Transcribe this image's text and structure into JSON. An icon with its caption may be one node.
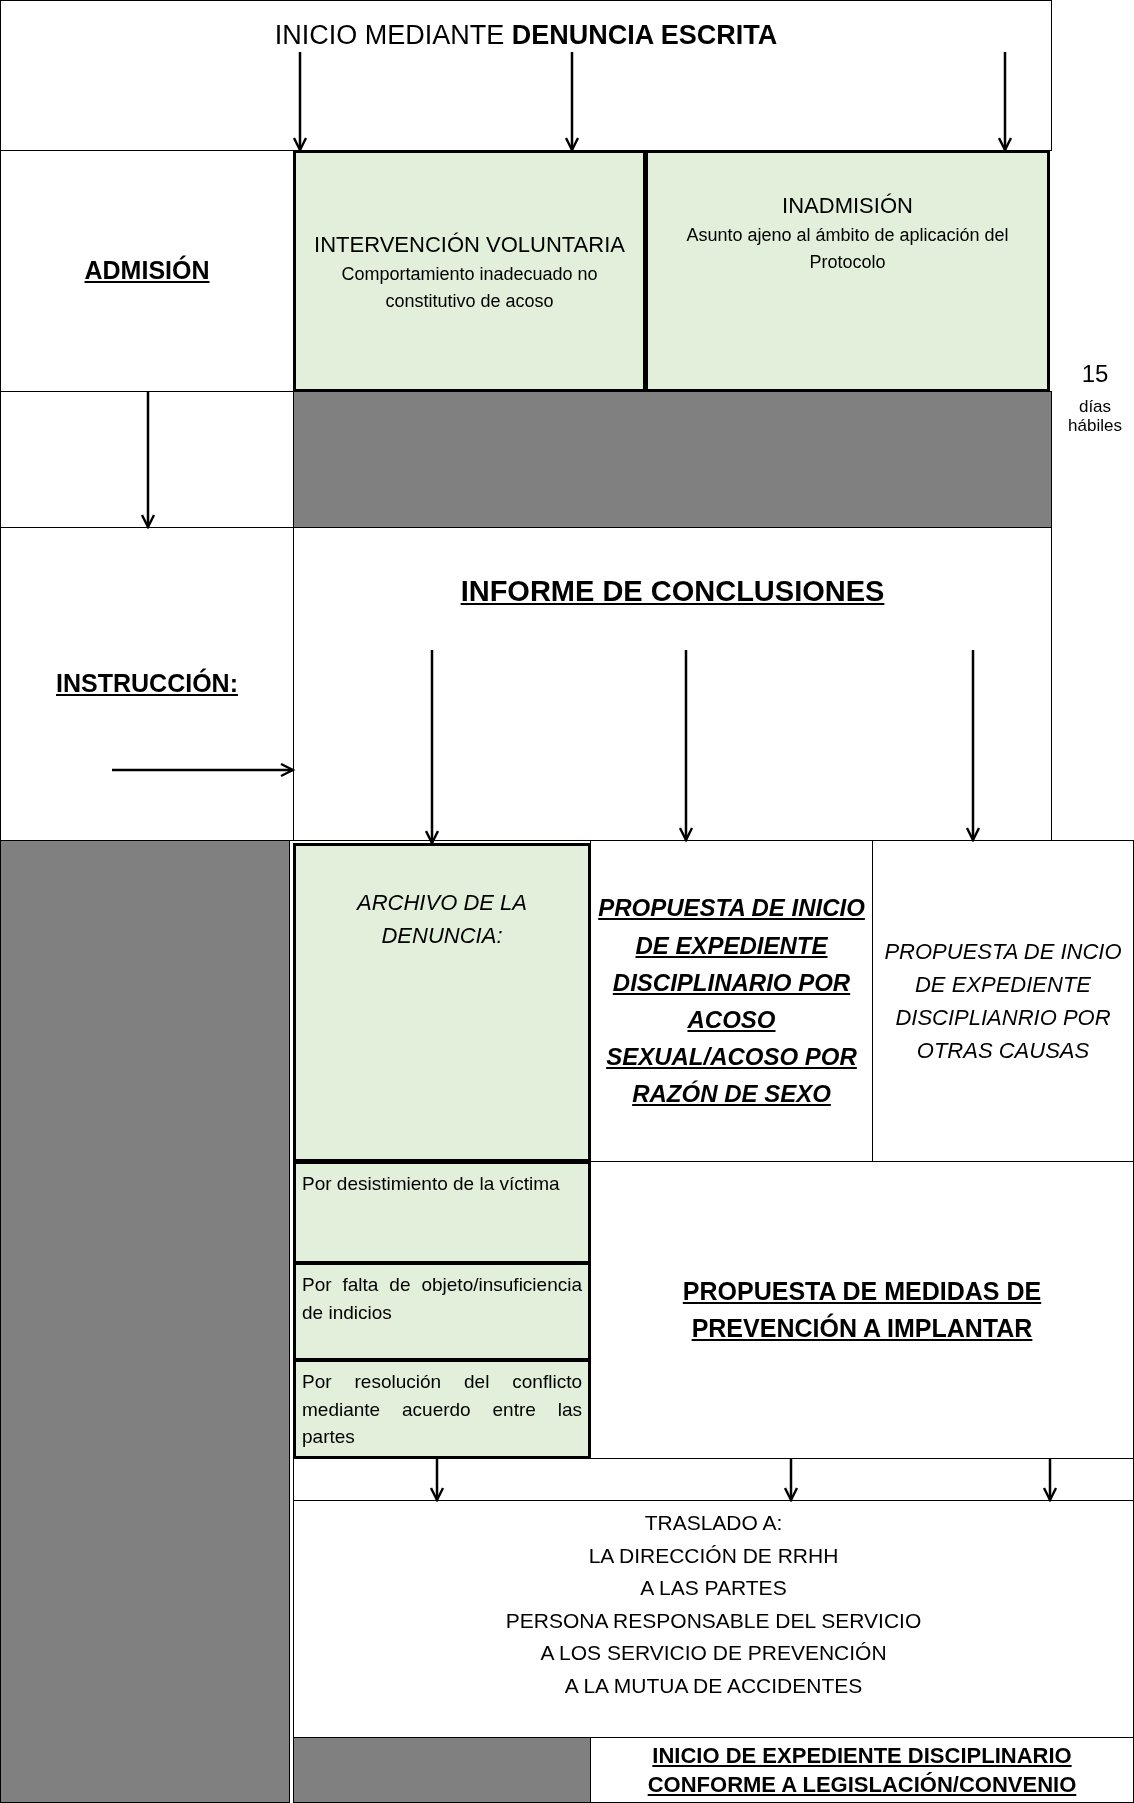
{
  "diagram": {
    "nodes": [
      {
        "text": [
          "INICIO MEDIANTE **DENUNCIA ESCRITA**"
        ]
      },
      {
        "text": [
          "ADMISIÓN"
        ]
      },
      {
        "text": [
          "INTERVENCIÓN VOLUNTARIA",
          "Comportamiento inadecuado no constitutivo de acoso"
        ]
      },
      {
        "text": [
          "INADMISIÓN",
          "Asunto ajeno al ámbito de aplicación del Protocolo"
        ]
      },
      {
        "text": [],
        "shape": "box"
      },
      {
        "text": [
          "INSTRUCCIÓN:"
        ]
      },
      {
        "text": [
          "INFORME DE CONCLUSIONES"
        ]
      },
      {
        "text": [],
        "shape": "box"
      },
      {
        "text": [
          "ARCHIVO DE LA DENUNCIA:"
        ]
      },
      {
        "text": [
          "PROPUESTA DE INICIO DE EXPEDIENTE DISCIPLINARIO POR ACOSO SEXUAL/ACOSO POR RAZÓN DE SEXO"
        ]
      },
      {
        "text": [
          "PROPUESTA DE INCIO DE EXPEDIENTE DISCIPLIANRIO POR OTRAS CAUSAS"
        ]
      },
      {
        "text": [
          "Por desistimiento de la víctima"
        ]
      },
      {
        "text": [
          "Por falta de objeto/insuficiencia de indicios"
        ]
      },
      {
        "text": [
          "Por resolución del conflicto mediante acuerdo entre las partes"
        ]
      },
      {
        "text": [
          "PROPUESTA DE MEDIDAS DE PREVENCIÓN A IMPLANTAR"
        ]
      },
      {
        "text": [
          "TRASLADO A:",
          "LA DIRECCIÓN DE RRHH",
          "A LAS PARTES",
          "PERSONA RESPONSABLE DEL SERVICIO",
          "A LOS SERVICIO DE PREVENCIÓN",
          "A LA MUTUA DE ACCIDENTES"
        ]
      },
      {
        "text": [],
        "shape": "box"
      },
      {
        "text": [
          "INICIO DE EXPEDIENTE DISCIPLINARIO CONFORME A LEGISLACIÓN/CONVENIO"
        ]
      }
    ],
    "edges": [
      {
        "from": 0,
        "to": 2,
        "arrow": "to"
      },
      {
        "from": 0,
        "to": 2,
        "arrow": "to"
      },
      {
        "from": 0,
        "to": 3,
        "arrow": "to"
      },
      {
        "from": 1,
        "to": 5,
        "arrow": "to"
      },
      {
        "from": 5,
        "to": 6,
        "arrow": "to"
      },
      {
        "from": 6,
        "to": 8,
        "arrow": "to"
      },
      {
        "from": 6,
        "to": 9,
        "arrow": "to"
      },
      {
        "from": 6,
        "to": 10,
        "arrow": "to"
      },
      {
        "from": 13,
        "to": 15,
        "arrow": "to"
      },
      {
        "from": 14,
        "to": 15,
        "arrow": "to"
      },
      {
        "from": 14,
        "to": 15,
        "arrow": "to"
      }
    ],
    "labels": [
      "15",
      "días hábiles"
    ]
  }
}
